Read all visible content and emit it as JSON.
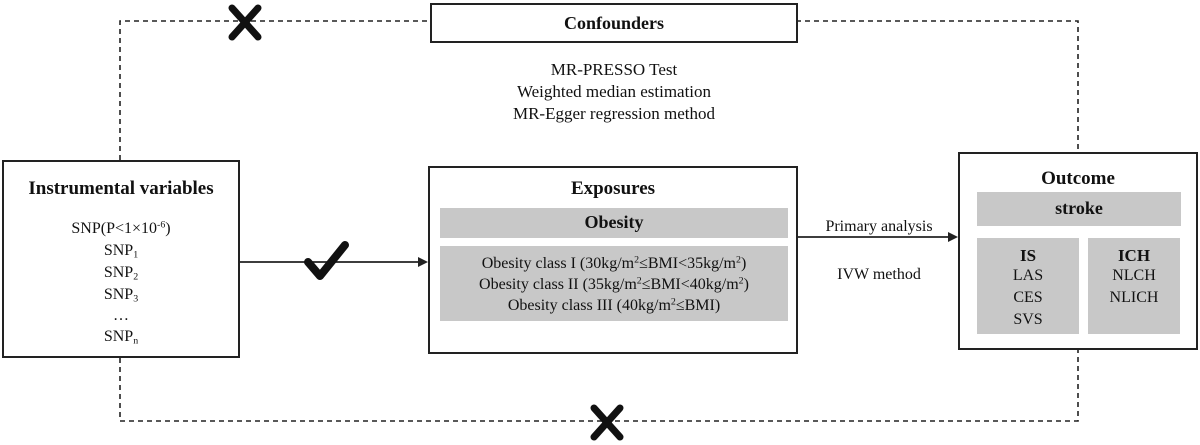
{
  "confounders": {
    "title": "Confounders"
  },
  "sensitivity_methods": [
    "MR-PRESSO Test",
    "Weighted median estimation",
    "MR-Egger regression method"
  ],
  "instrumental": {
    "title": "Instrumental variables",
    "snp_threshold": {
      "prefix": "SNP(P<1×10",
      "exp": "-6",
      "suffix": ")"
    },
    "snps": [
      {
        "base": "SNP",
        "sub": "1"
      },
      {
        "base": "SNP",
        "sub": "2"
      },
      {
        "base": "SNP",
        "sub": "3"
      },
      {
        "base": "…",
        "sub": ""
      },
      {
        "base": "SNP",
        "sub": "n"
      }
    ]
  },
  "exposures": {
    "title": "Exposures",
    "subtitle": "Obesity",
    "classes": [
      {
        "a": "Obesity class I (30kg/m",
        "b": "≤BMI<35kg/m",
        "c": ")"
      },
      {
        "a": "Obesity class II (35kg/m",
        "b": "≤BMI<40kg/m",
        "c": ")"
      },
      {
        "a": "Obesity class III (40kg/m",
        "b": "≤BMI)",
        "c": ""
      }
    ],
    "sq": "2"
  },
  "analysis": {
    "primary": "Primary analysis",
    "method": "IVW method"
  },
  "outcome": {
    "title": "Outcome",
    "subtitle": "stroke",
    "is": {
      "title": "IS",
      "items": [
        "LAS",
        "CES",
        "SVS"
      ]
    },
    "ich": {
      "title": "ICH",
      "items": [
        "NLCH",
        "NLICH"
      ]
    }
  }
}
